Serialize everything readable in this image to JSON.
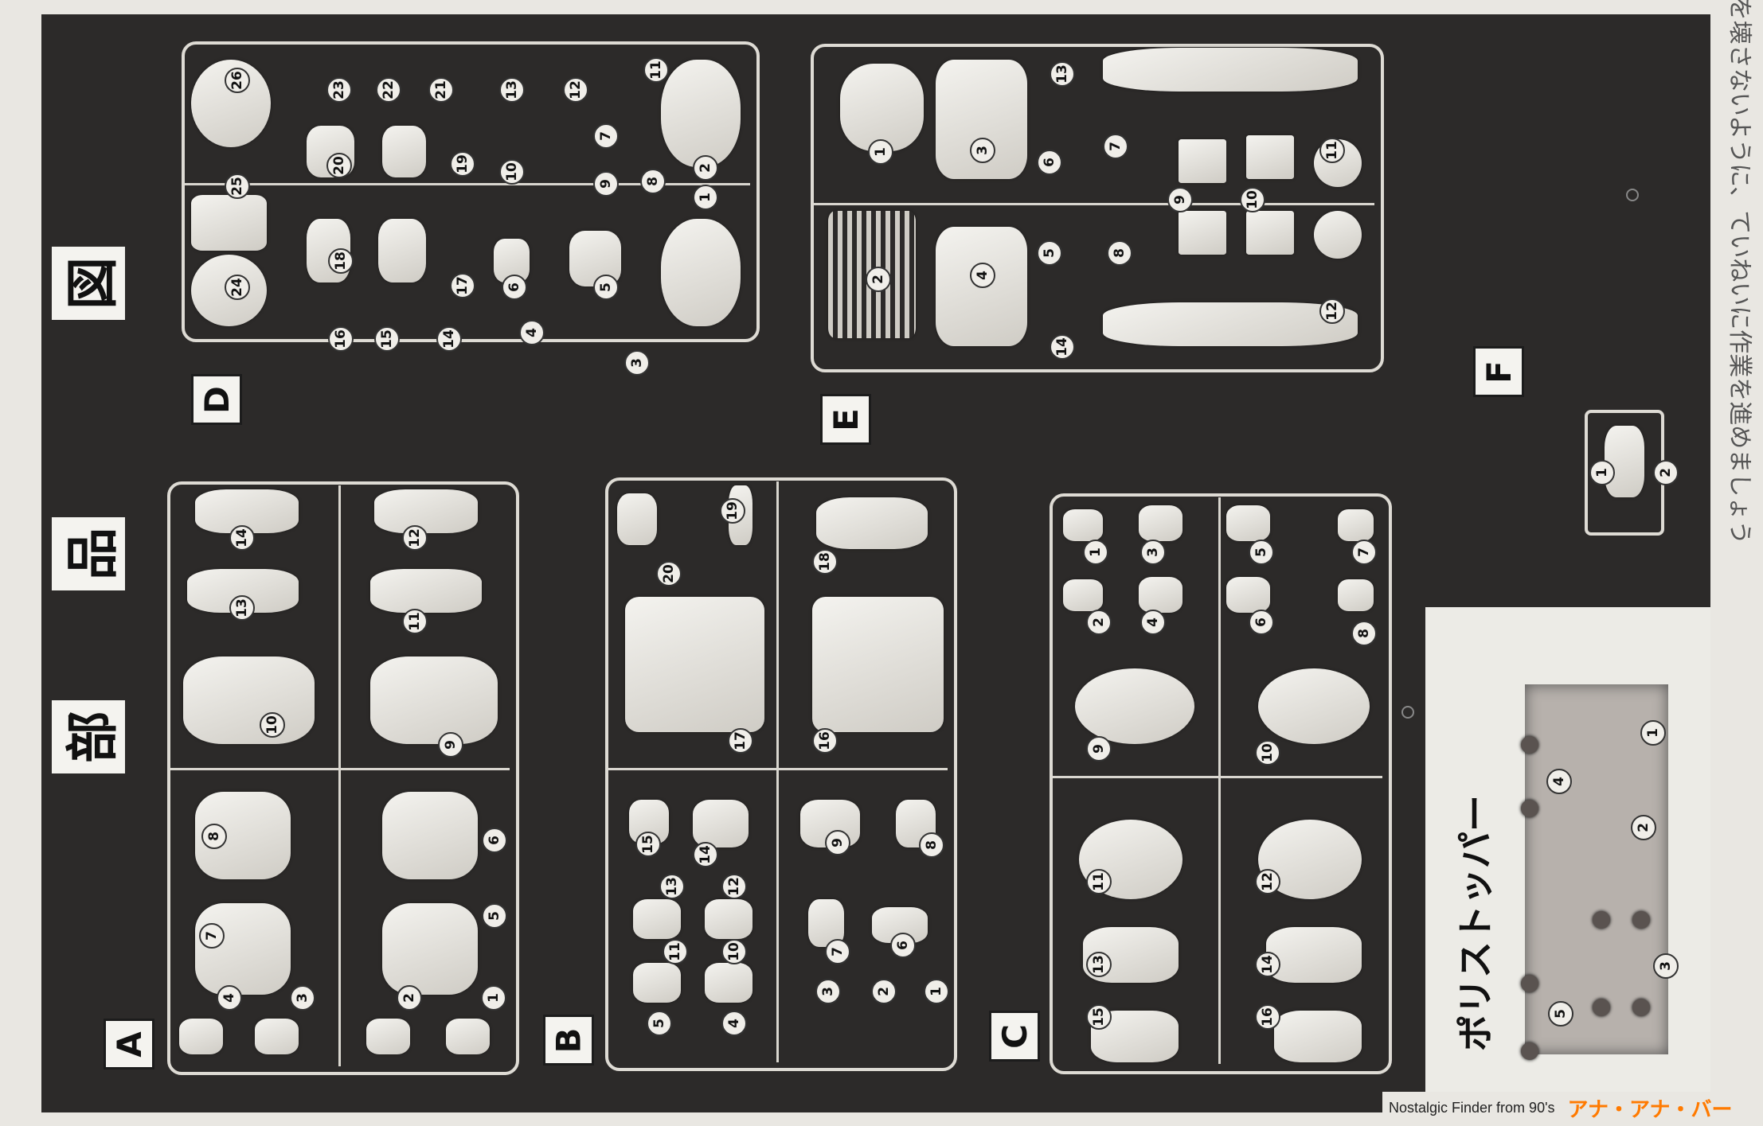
{
  "headings": {
    "kanji": [
      "図",
      "品",
      "部"
    ],
    "sprue_letters": [
      "D",
      "E",
      "F",
      "A",
      "B",
      "C"
    ],
    "polycap_label": "ポリストッパー"
  },
  "sprues": {
    "A": [
      "14",
      "12",
      "13",
      "11",
      "10",
      "9",
      "8",
      "6",
      "7",
      "5",
      "4",
      "3",
      "2",
      "1"
    ],
    "B": [
      "19",
      "18",
      "20",
      "17",
      "16",
      "15",
      "14",
      "9",
      "8",
      "13",
      "12",
      "11",
      "10",
      "7",
      "6",
      "5",
      "4",
      "3",
      "2",
      "1"
    ],
    "C": [
      "1",
      "3",
      "5",
      "7",
      "2",
      "4",
      "6",
      "8",
      "9",
      "10",
      "11",
      "12",
      "13",
      "14",
      "15",
      "16"
    ],
    "D": [
      "26",
      "23",
      "22",
      "21",
      "13",
      "12",
      "11",
      "25",
      "20",
      "19",
      "10",
      "9",
      "8",
      "7",
      "2",
      "24",
      "18",
      "17",
      "6",
      "5",
      "1",
      "16",
      "15",
      "14",
      "4",
      "3"
    ],
    "E": [
      "1",
      "3",
      "13",
      "7",
      "6",
      "11",
      "10",
      "9",
      "2",
      "4",
      "5",
      "8",
      "12",
      "14"
    ],
    "F": [
      "1",
      "2"
    ],
    "polycap": [
      "1",
      "4",
      "2",
      "3",
      "5"
    ]
  },
  "side_text": "部品を壊さないように、ていねいに作業を進めましょう",
  "footer": {
    "site": "Nostalgic Finder from 90's",
    "brand": "アナ・アナ・バー"
  }
}
